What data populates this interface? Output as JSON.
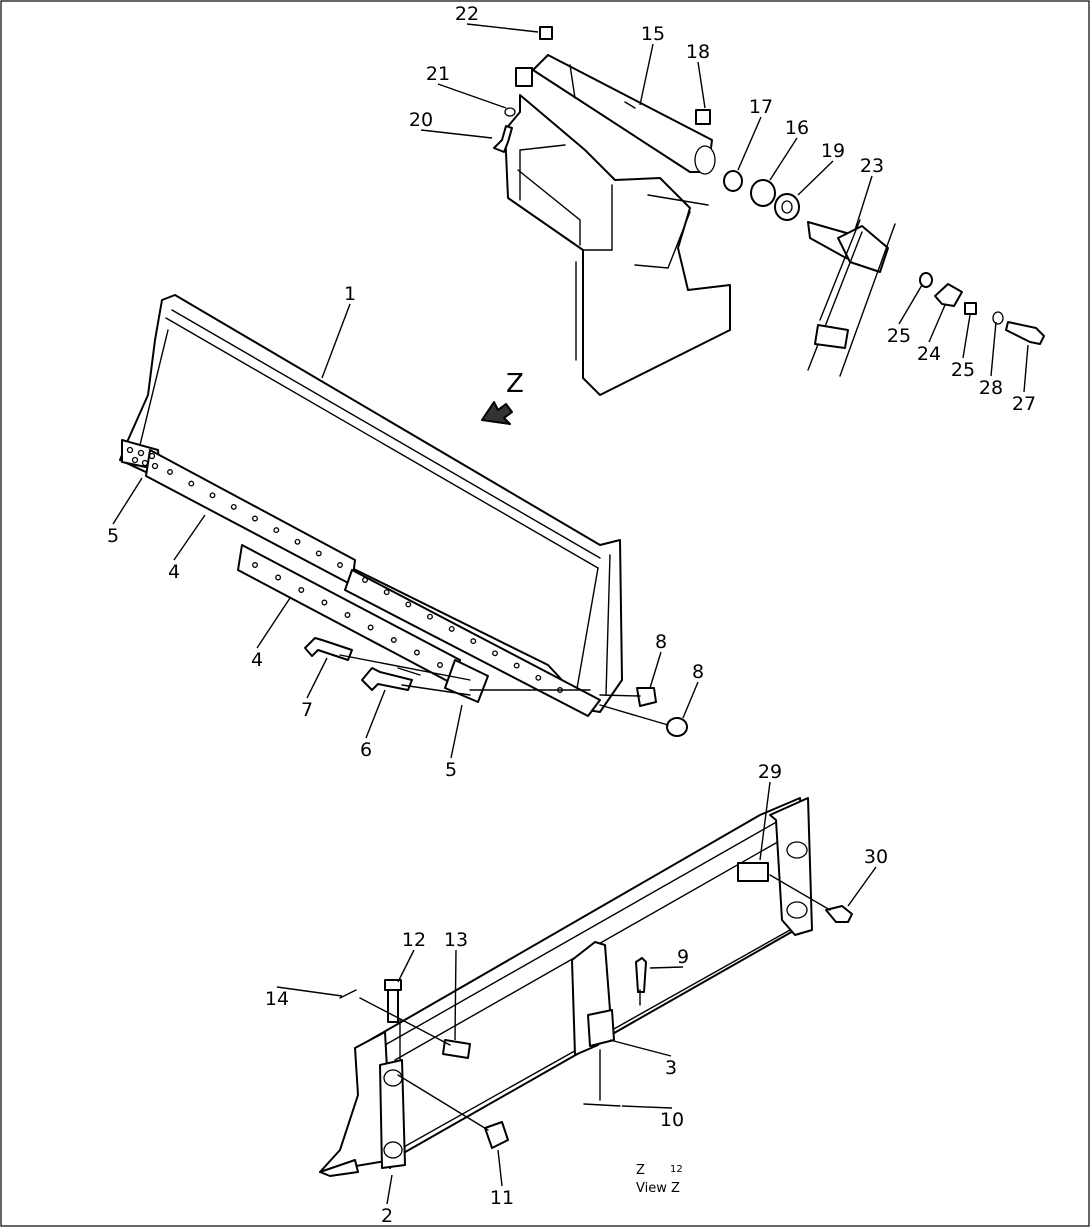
{
  "view_letter": "Z",
  "view_caption": {
    "title": "Z",
    "suffix": "12",
    "subtitle": "View Z"
  },
  "callouts": [
    "1",
    "2",
    "3",
    "4",
    "4",
    "5",
    "5",
    "6",
    "7",
    "8",
    "8",
    "9",
    "10",
    "11",
    "12",
    "13",
    "14",
    "15",
    "16",
    "17",
    "18",
    "19",
    "20",
    "21",
    "22",
    "23",
    "24",
    "25",
    "25",
    "27",
    "28",
    "29",
    "30"
  ]
}
